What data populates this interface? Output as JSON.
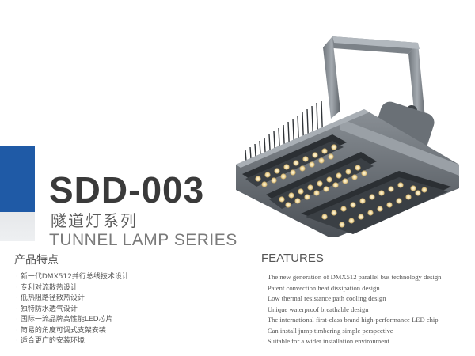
{
  "product": {
    "model": "SDD-003",
    "name_cn": "隧道灯系列",
    "name_en": "TUNNEL LAMP SERIES"
  },
  "features_cn": {
    "heading": "产品特点",
    "items": [
      "新一代DMX512并行总线技术设计",
      "专利对流散热设计",
      "低热阻路径散热设计",
      "独特防水透气设计",
      "国际一流品牌高性能LED芯片",
      "简易的角度可调式支架安装",
      "适合更广的安装环境"
    ]
  },
  "features_en": {
    "heading": "FEATURES",
    "items": [
      "The new generation of DMX512 parallel bus technology design",
      "Patent convection heat dissipation design",
      "Low thermal resistance path cooling design",
      "Unique waterproof breathable design",
      "The international first-class brand high-performance LED chip",
      "Can install jump timbering simple perspective",
      "Suitable for a wider installation environment"
    ]
  },
  "bullet": "·",
  "colors": {
    "accent_blue": "#1f5aa6",
    "title_text": "#3a3a3a",
    "body_text": "#555555",
    "lamp_body": "#5c6168",
    "led_chip": "#f3e3b0"
  }
}
